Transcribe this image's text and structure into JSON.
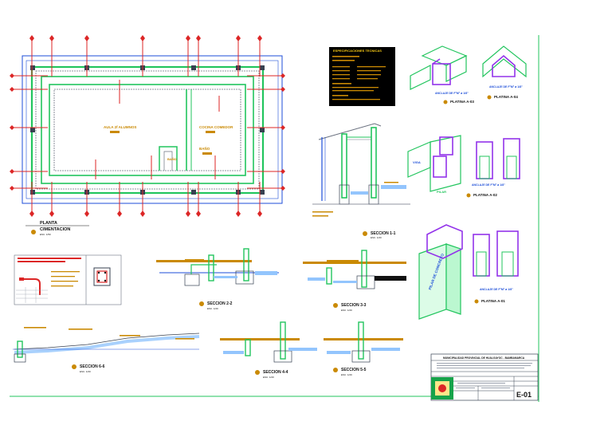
{
  "plan": {
    "title": "PLANTA",
    "subtitle": "CIMENTACION",
    "scale": "ESC. 1/50",
    "rooms": {
      "aula": "AULA 2f ALUMNOS",
      "cocina": "COCINA COMEDOR",
      "bano": "BAÑO",
      "aula2": "BAÑO"
    }
  },
  "specs": {
    "title": "ESPECIFICACIONES TECNICAS"
  },
  "sections": {
    "s11": "SECCION 1-1",
    "s22": "SECCION 2-2",
    "s33": "SECCION 3-3",
    "s44": "SECCION 4-4",
    "s55": "SECCION 5-5",
    "s66": "SECCION 6-6",
    "esc": "ESC. 1/20"
  },
  "details": {
    "a03": "PLATINA A-03",
    "a04": "PLATINA A-04",
    "a02": "PLATINA A-02",
    "a01": "PLATINA A-01",
    "anclaje_a03": "ANCLAJE DE F°M° ø 1/8\"",
    "anclaje_a04": "ANCLAJE DE F°M° ø 1/8\"",
    "anclaje_a02": "ANCLAJE DE F°M° ø 1/8\"",
    "anclaje_a01": "ANCLAJE DE F°M° ø 1/8\"",
    "viga": "VIGA",
    "pilar": "PILAR",
    "pilar_concreto": "PILAR DE CONCRETO"
  },
  "titleblock": {
    "org": "MUNICIPALIDAD PROVINCIAL DE HUALGAYOC - BAMBAMARCA",
    "sheet": "E-01"
  }
}
